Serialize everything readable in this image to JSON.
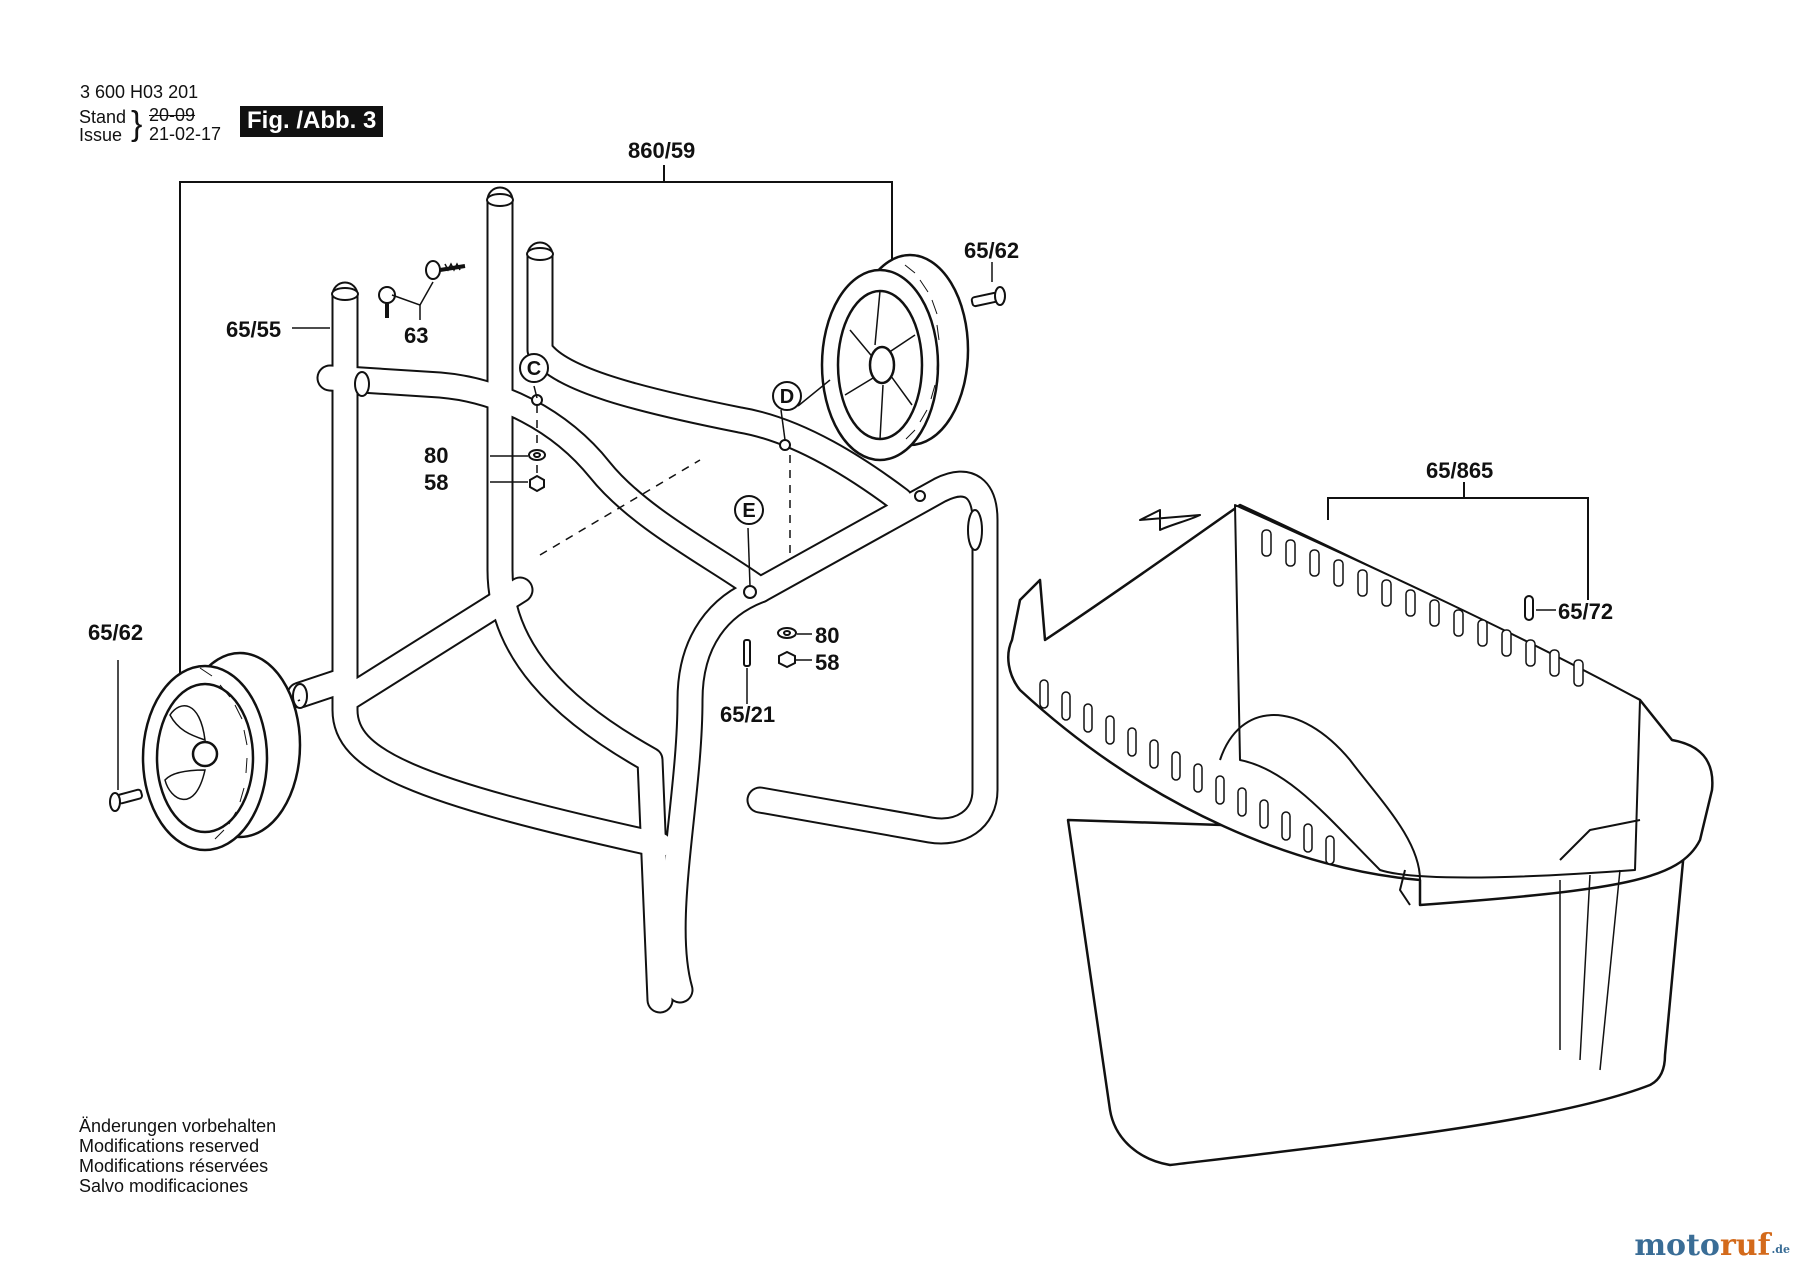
{
  "header": {
    "part_number": "3 600 H03 201",
    "stand_label": "Stand",
    "issue_label": "Issue",
    "stand_date": "20-09",
    "issue_date": "21-02-17",
    "figure_label": "Fig. /Abb. 3"
  },
  "labels": {
    "frame_assembly": "860/59",
    "wheel_right": "65/62",
    "wheel_left": "65/62",
    "post": "65/55",
    "screw_set": "63",
    "washer_left": "80",
    "nut_left": "58",
    "washer_right": "80",
    "nut_right": "58",
    "bolt": "65/21",
    "bin": "65/865",
    "pin": "65/72"
  },
  "callouts": {
    "c": "C",
    "d": "D",
    "e": "E"
  },
  "footer": {
    "notes": [
      "Änderungen vorbehalten",
      "Modifications reserved",
      "Modifications réservées",
      "Salvo modificaciones"
    ]
  },
  "brand": {
    "name_a": "moto",
    "name_b": "ruf",
    "suffix": ".de"
  }
}
